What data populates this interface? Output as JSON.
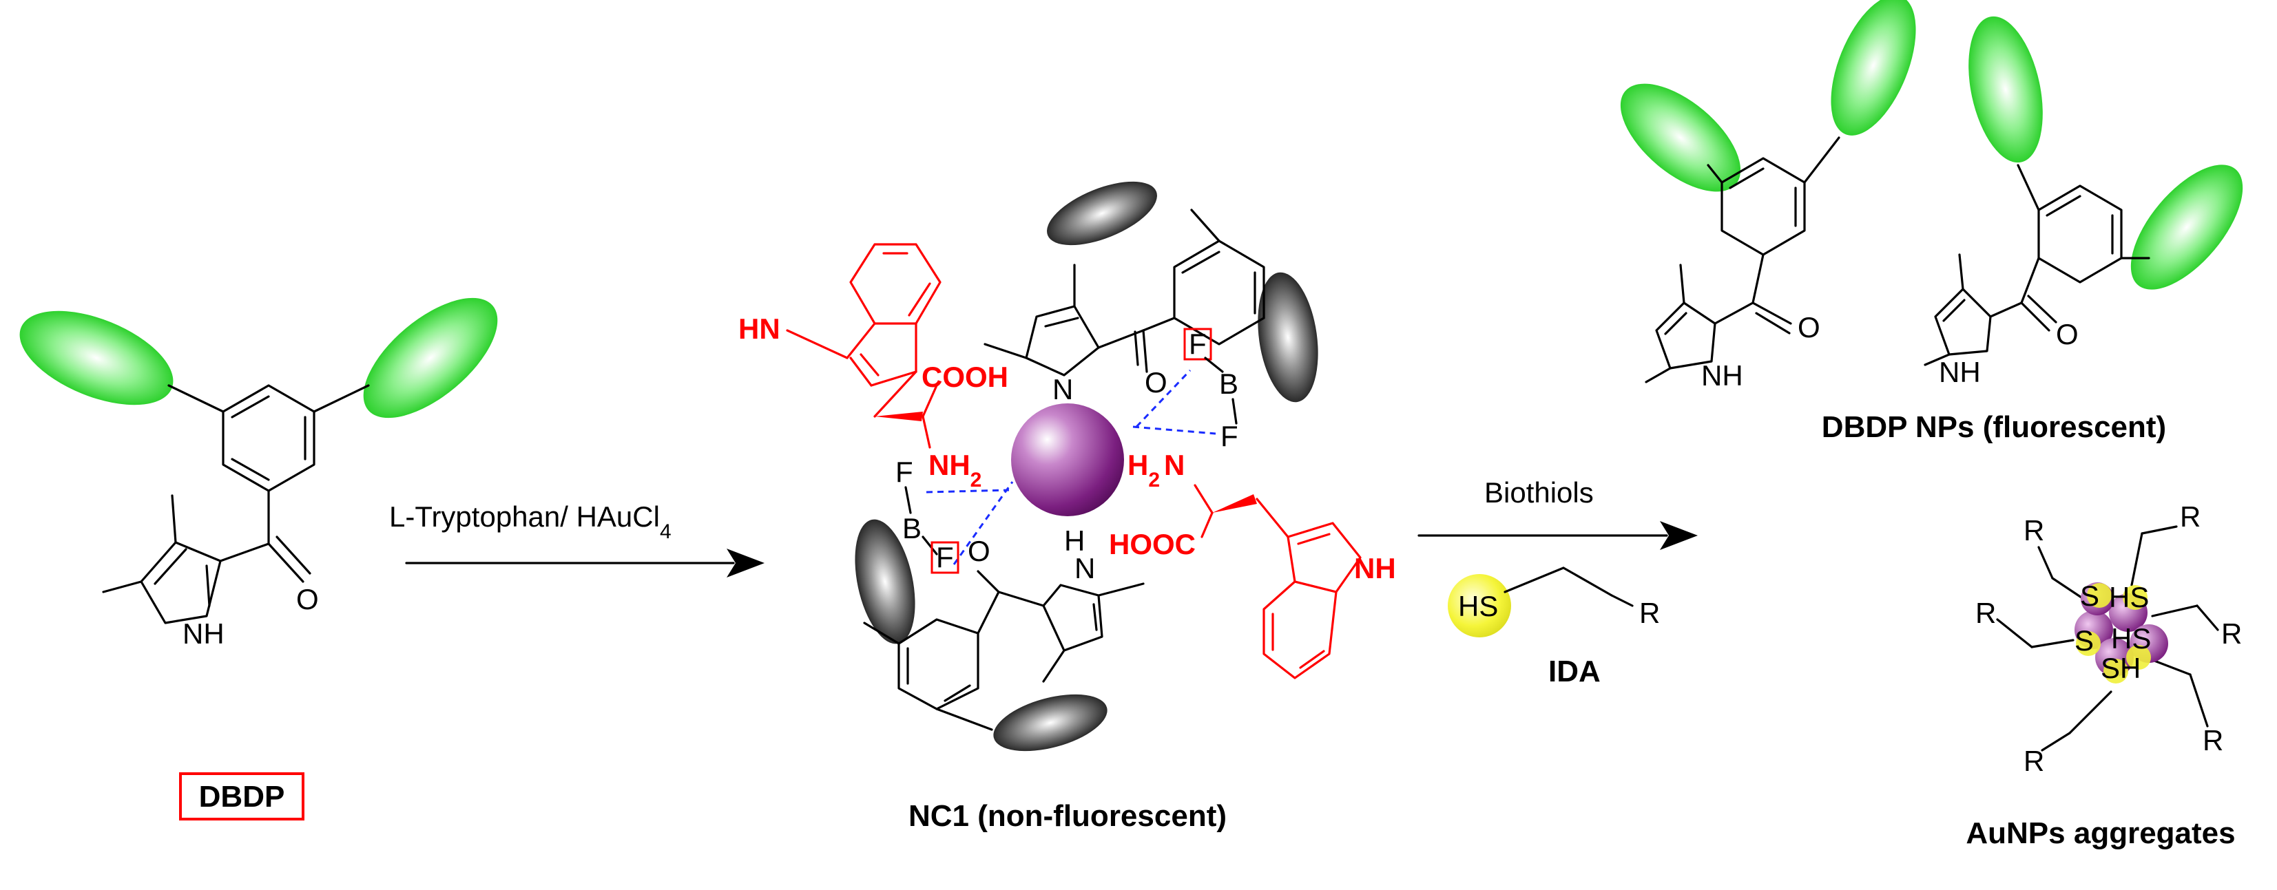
{
  "colors": {
    "green_lobe": "#4ee64e",
    "gray_lobe": "#6e6e6e",
    "gold_sphere": "#8a2a8f",
    "red_structure": "#ff0000",
    "hbond": "#1a2cff",
    "thiol_sphere": "#f2f23a"
  },
  "dbdp": {
    "label": "DBDP",
    "atoms": {
      "o": "O",
      "nh": "NH"
    }
  },
  "arrow1": {
    "label_prefix": "L-Tryptophan/ HAuCl",
    "label_sub": "4"
  },
  "nc1": {
    "label": "NC1 (non-fluorescent)",
    "atoms": {
      "hn": "HN",
      "cooh": "COOH",
      "nh2": "NH",
      "nh2_sub": "2",
      "h2n_h": "H",
      "h2n_sub": "2",
      "h2n_n": "N",
      "hooc": "HOOC",
      "nh": "NH",
      "n": "N",
      "h": "H",
      "o": "O",
      "f": "F",
      "b": "B"
    }
  },
  "arrow2": {
    "label": "Biothiols",
    "hs": "HS",
    "r": "R",
    "ida": "IDA"
  },
  "dbdp_nps": {
    "label": "DBDP NPs (fluorescent)",
    "atoms": {
      "o": "O",
      "nh": "NH"
    }
  },
  "aunps": {
    "label": "AuNPs aggregates",
    "atoms": {
      "r": "R",
      "sh": "SH",
      "hs": "HS",
      "s": "S"
    }
  }
}
